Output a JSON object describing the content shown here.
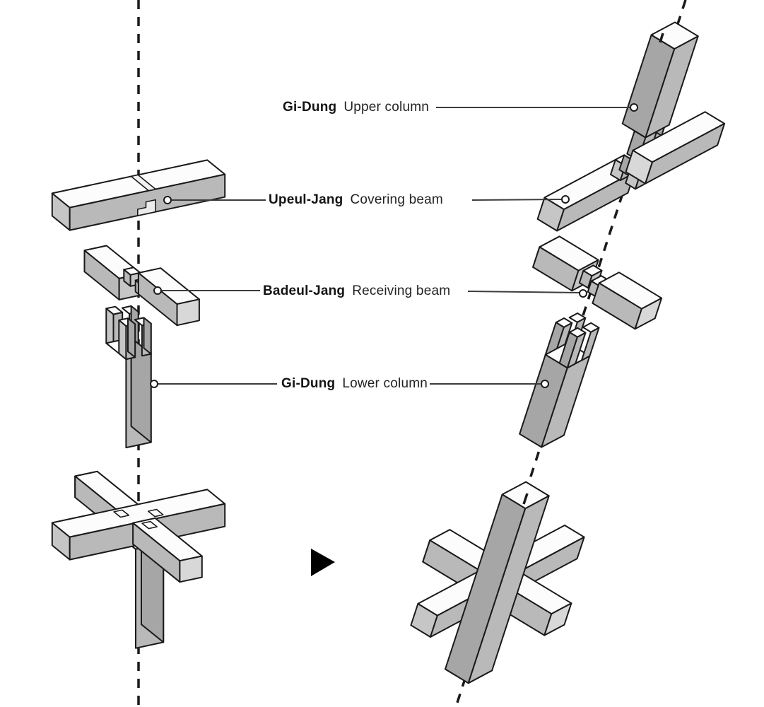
{
  "diagram": {
    "labels": [
      {
        "term": "Gi-Dung",
        "translation": "Upper column"
      },
      {
        "term": "Upeul-Jang",
        "translation": "Covering beam"
      },
      {
        "term": "Badeul-Jang",
        "translation": "Receiving beam"
      },
      {
        "term": "Gi-Dung",
        "translation": "Lower column"
      }
    ],
    "icons": {
      "arrow": "right-pointing-triangle"
    },
    "colors": {
      "background": "#ffffff",
      "outline": "#1a1a1a",
      "leader": "#3c3c3c",
      "face_top": "#fcfcfc",
      "face_front": "#b9b9b9",
      "face_left": "#c6c6c6",
      "face_right": "#a6a6a6",
      "face_end": "#d8d8d8",
      "arrow": "#000000"
    }
  }
}
